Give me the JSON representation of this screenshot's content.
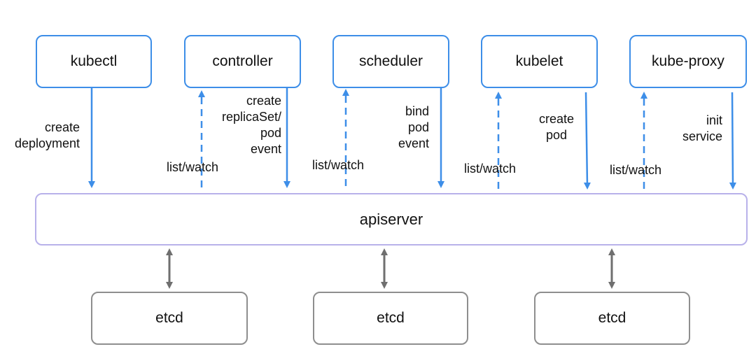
{
  "components": [
    {
      "id": "kubectl",
      "label": "kubectl"
    },
    {
      "id": "controller",
      "label": "controller"
    },
    {
      "id": "scheduler",
      "label": "scheduler"
    },
    {
      "id": "kubelet",
      "label": "kubelet"
    },
    {
      "id": "kube-proxy",
      "label": "kube-proxy"
    }
  ],
  "apiserver": {
    "label": "apiserver"
  },
  "etcd": [
    {
      "label": "etcd"
    },
    {
      "label": "etcd"
    },
    {
      "label": "etcd"
    }
  ],
  "edges": {
    "kubectl_create": [
      "create",
      "deployment"
    ],
    "controller_watch": "list/watch",
    "controller_create": [
      "create",
      "replicaSet/",
      "pod",
      "event"
    ],
    "scheduler_watch": "list/watch",
    "scheduler_bind": [
      "bind",
      "pod",
      "event"
    ],
    "kubelet_watch": "list/watch",
    "kubelet_create": [
      "create",
      "pod"
    ],
    "kubeproxy_watch": "list/watch",
    "kubeproxy_init": [
      "init",
      "service"
    ]
  },
  "colors": {
    "component_border": "#3d8ee8",
    "apiserver_border": "#b8b1ea",
    "etcd_border": "#8e8e8e",
    "arrow_blue": "#3d8ee8",
    "arrow_gray": "#6f6f6f"
  }
}
